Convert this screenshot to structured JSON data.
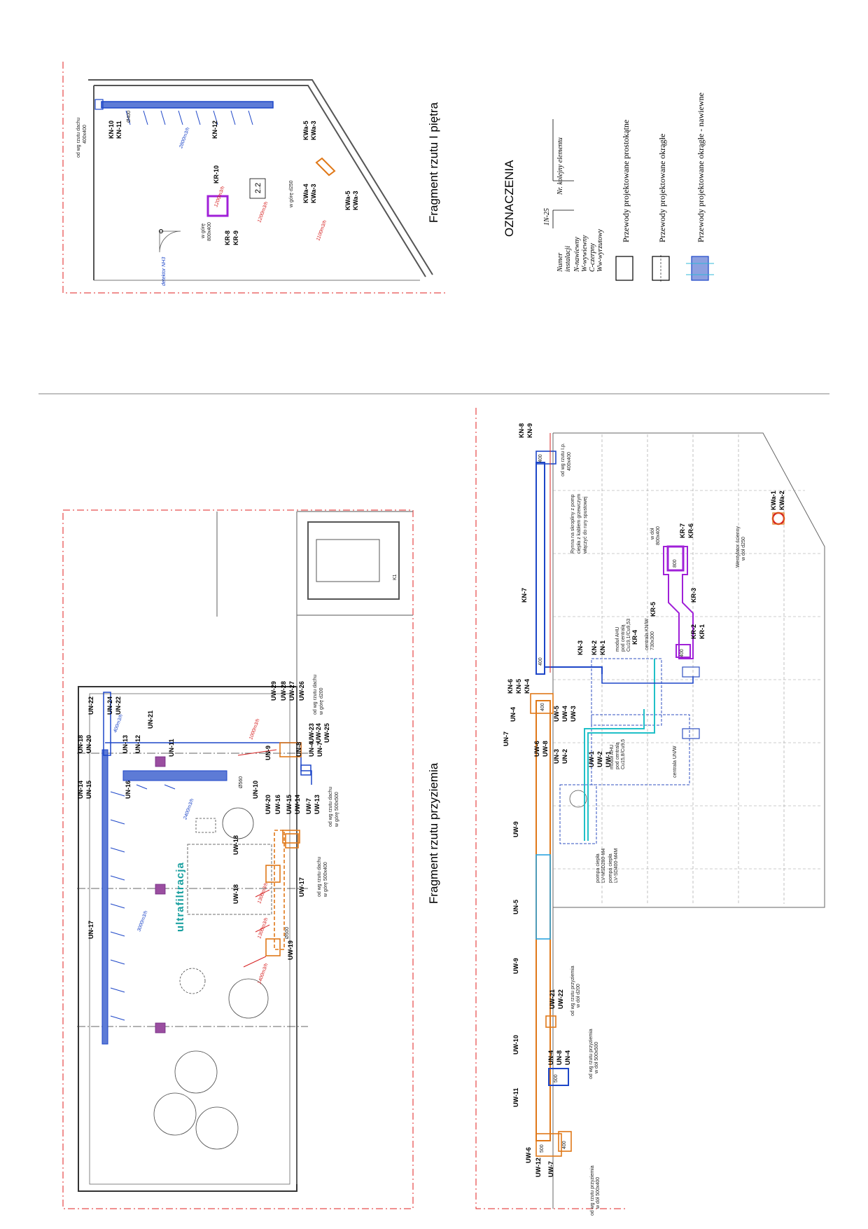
{
  "titles": {
    "floor1": "Fragment rzutu I piętra",
    "ground": "Fragment rzutu przyziemia",
    "legend": "OZNACZENIA"
  },
  "legend": {
    "code": "1N-25",
    "install_label_1": "Numer",
    "install_label_2": "instalacji",
    "install_types": [
      "N-nawiewny",
      "W-wywiewny",
      "C-czerpny",
      "Ww-wyrzutowy"
    ],
    "element_label": "Nr. kolejny elementu",
    "items": [
      "Przewody projektowane prostokątne",
      "Przewody projektowane okrągłe",
      "Przewody projektowane okrągłe - nawiewne"
    ]
  },
  "floor1": {
    "room": "2.2",
    "ref_roof": "od wg rzutu dachu",
    "ref_roof_size": "400x400",
    "dim_400": "Ø400",
    "detector": "detektor NH3",
    "up_note": "w górę",
    "up_size": "800x400",
    "up_d": "w górę d250",
    "air_blue": "2800m3/h",
    "air_red_1": "1200m3/h",
    "air_red_2": "1200m3/h",
    "air_red_3": "1100m3/h",
    "tags": [
      "KN-10",
      "KN-11",
      "KN-12",
      "KR-10",
      "KR-8",
      "KR-9",
      "KWa-5",
      "KWa-3",
      "KWa-4",
      "KWa-3",
      "KWa-5",
      "KWa-3"
    ]
  },
  "ground_left": {
    "label": "ultrafiltracja",
    "ref_roof": "od wg rzutu dachu",
    "ref_up": "w górę 500x500",
    "ref_d200": "w górę d200",
    "ref_500": "w górę 500x400",
    "air": [
      "400m3/h",
      "1000m3/h",
      "2400m3/h",
      "1300m3/h",
      "1300m3/h",
      "1400m3/h",
      "3000m3/h"
    ],
    "dim_500": "Ø500",
    "dim_560": "Ø560",
    "k1": "K1",
    "tags_un": [
      "UN-22",
      "UN-24",
      "UN-22",
      "UN-21",
      "UN-18",
      "UN-20",
      "UN-13",
      "UN-12",
      "UN-11",
      "UN-14",
      "UN-15",
      "UN-16",
      "UN-10",
      "UN-9",
      "UN-17",
      "UN-8",
      "UN-4",
      "UN-7"
    ],
    "tags_uw": [
      "UW-29",
      "UW-28",
      "UW-27",
      "UW-26",
      "UW-23",
      "UW-24",
      "UW-25",
      "UW-20",
      "UW-16",
      "UW-15",
      "UW-14",
      "UW-7",
      "UW-13",
      "UW-18",
      "UW-18",
      "UW-17",
      "UW-19"
    ]
  },
  "ground_right": {
    "tags": [
      "KN-8",
      "KN-9",
      "KN-7",
      "KN-3",
      "KN-2",
      "KN-1",
      "KN-6",
      "KN-5",
      "KN-4",
      "UN-4",
      "UN-7",
      "UW-5",
      "UW-4",
      "UW-3",
      "UN-3",
      "UN-2",
      "UW-1",
      "UW-2",
      "UW-1",
      "UW-6",
      "UW-8",
      "UW-9",
      "UN-5",
      "UW-9",
      "UW-21",
      "UW-22",
      "UW-10",
      "UN-4",
      "UN-8",
      "UN-4",
      "UW-11",
      "UW-6",
      "UW-12",
      "UW-7",
      "KR-7",
      "KR-6",
      "KR-5",
      "KR-4",
      "KR-3",
      "KR-2",
      "KR-1",
      "KWa-1",
      "KWa-2"
    ],
    "ref_floor": "od wg rzutu I.p.",
    "ref_floor_size": "400x400",
    "ref_ground_1": "od wg rzutu przyziemia",
    "ref_ground_1b": "w dół d200",
    "ref_ground_2": "od wg rzutu przyziemia",
    "ref_ground_2b": "w dół 500x500",
    "ref_ground_3": "od wg rzutu przyziemia",
    "ref_ground_3b": "w dół 500x400",
    "ref_up": "w dół",
    "ref_up_size": "800x400",
    "note_pipe_1": "Rynna na skropliny z pomp",
    "note_pipe_2": "ciepła z kablem grzewczym",
    "note_pipe_3": "włączyć do rury spustowej",
    "ahu1_1": "moduł AHU",
    "ahu1_2": "pod centralą",
    "ahu1_3": "Cu19,1/Cu9,53",
    "kn_ahu_1": "centrala KN/W",
    "kn_ahu_2": "730x300",
    "ahu2_1": "moduł AHU",
    "ahu2_2": "pod centralą",
    "ahu2_3": "Cu15,8/Cu9,5",
    "uw_ahu": "centrala UN/W",
    "pump_1": "pompa ciepła",
    "pump_2": "LV-MSD280-M4",
    "pump_3": "pompa ciepła",
    "pump_4": "LV-SD400-M4M",
    "fan_1": "Wentylator ścienny",
    "fan_2": "w dół d250",
    "dims": [
      "400",
      "400",
      "400",
      "800",
      "400",
      "500",
      "500",
      "400"
    ]
  }
}
